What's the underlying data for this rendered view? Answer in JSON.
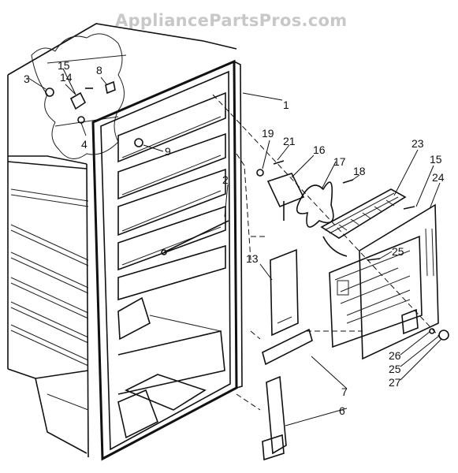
{
  "watermark": "AppliancePartsPros.com",
  "callouts": {
    "c1": "1",
    "c2": "2",
    "c3": "3",
    "c4": "4",
    "c6": "6",
    "c7": "7",
    "c8": "8",
    "c9": "9",
    "c13": "13",
    "c14": "14",
    "c15a": "15",
    "c15b": "15",
    "c16": "16",
    "c17": "17",
    "c18": "18",
    "c19": "19",
    "c21": "21",
    "c23": "23",
    "c24": "24",
    "c25a": "25",
    "c25b": "25",
    "c26": "26",
    "c27": "27"
  },
  "colors": {
    "ink": "#111111",
    "watermark": "#c8c8c8",
    "background": "#ffffff"
  }
}
